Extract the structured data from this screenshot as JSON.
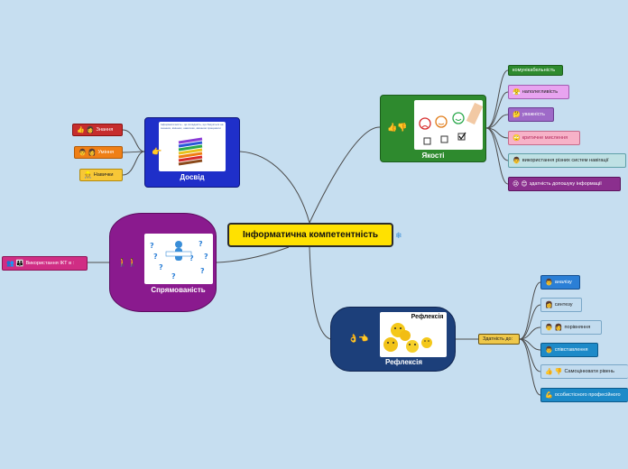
{
  "central": {
    "title": "Інформатична  компетентність",
    "icon": "snowflake-icon"
  },
  "branches": {
    "dosvid": {
      "title": "Досвід",
      "picture_caption": "Інформатичність - це складність, що базується на знаннях, вміннях, навичках, вмінням працювати",
      "icon": "pointing-hand-icon",
      "children": [
        {
          "label": "Знання",
          "icons": [
            "thumbs-up-icon",
            "person-icon"
          ]
        },
        {
          "label": "Уміння",
          "icons": [
            "person-icon",
            "person-icon"
          ]
        },
        {
          "label": "Навички",
          "icons": [
            "person-icon"
          ]
        }
      ]
    },
    "yakosti": {
      "title": "Якості",
      "icon": "thumbs-up-down-icon",
      "children": [
        {
          "label": "комунікабельність",
          "icons": []
        },
        {
          "label": "наполегливість",
          "icons": [
            "smile-icon"
          ]
        },
        {
          "label": "уважність",
          "icons": [
            "face-icon"
          ]
        },
        {
          "label": "критичне мислення",
          "icons": [
            "face-icon"
          ]
        },
        {
          "label": "використання різних систем навігації",
          "icons": [
            "person-icon"
          ]
        },
        {
          "label": "здатність допошуку інформації",
          "icons": [
            "face-icon",
            "face-icon"
          ]
        }
      ]
    },
    "spryamovanist": {
      "title": "Спрямованість",
      "icon": "people-icon",
      "children": [
        {
          "label": "Використання ІКТ в :",
          "icons": [
            "people-icon",
            "people-icon"
          ]
        }
      ]
    },
    "refleksiya": {
      "title": "Рефлексія",
      "picture_caption": "Рефлексія",
      "icon": "ok-hand-icon",
      "sub": {
        "label": "Здатність до:",
        "children": [
          {
            "label": "аналізу",
            "icons": [
              "person-icon"
            ]
          },
          {
            "label": "синтезу",
            "icons": [
              "person-icon"
            ]
          },
          {
            "label": "порівняння",
            "icons": [
              "person-icon",
              "person-icon"
            ]
          },
          {
            "label": "співставлення",
            "icons": [
              "person-icon"
            ]
          },
          {
            "label": "Самоцінювати рівень",
            "icons": [
              "thumbs-up-icon",
              "thumbs-down-icon"
            ]
          },
          {
            "label": "особистісного професійного",
            "icons": [
              "muscle-icon"
            ]
          }
        ]
      }
    }
  },
  "colors": {
    "background": "#c6def0",
    "central": "#ffe100",
    "dosvid": "#1f2fc9",
    "yakosti": "#2e8a2e",
    "spryamovanist": "#8a1a8e",
    "refleksiya": "#1c3f7a"
  }
}
